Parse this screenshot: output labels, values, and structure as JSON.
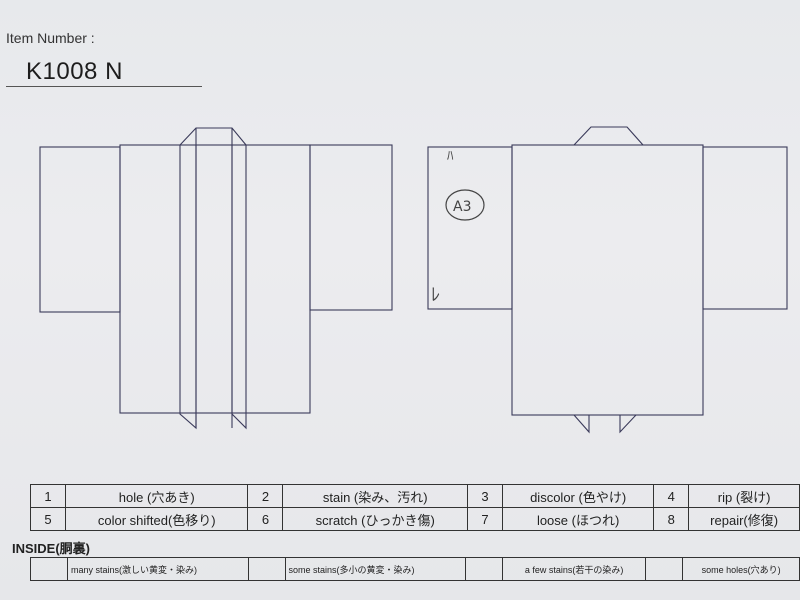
{
  "header": {
    "label": "Item Number :",
    "value": "K1008   N"
  },
  "annotations": {
    "mark_top": "ﾊ",
    "mark_circle": "A3",
    "mark_bottom": "ﾚ"
  },
  "defects": [
    {
      "num": "1",
      "label": "hole (穴あき)"
    },
    {
      "num": "2",
      "label": "stain (染み、汚れ)"
    },
    {
      "num": "3",
      "label": "discolor (色やけ)"
    },
    {
      "num": "4",
      "label": "rip (裂け)"
    },
    {
      "num": "5",
      "label": "color shifted(色移り)"
    },
    {
      "num": "6",
      "label": "scratch (ひっかき傷)"
    },
    {
      "num": "7",
      "label": "loose (ほつれ)"
    },
    {
      "num": "8",
      "label": "repair(修復)"
    }
  ],
  "inside": {
    "title": "INSIDE(胴裏)",
    "items": [
      "many stains(激しい黄変・染み)",
      "some stains(多小の黄変・染み)",
      "a few stains(若干の染み)",
      "some holes(穴あり)"
    ]
  }
}
